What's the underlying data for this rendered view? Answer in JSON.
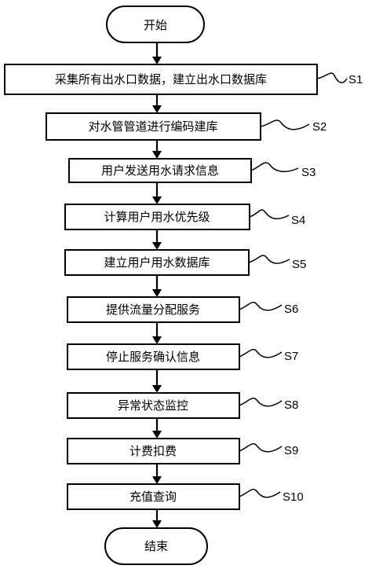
{
  "start": {
    "label": "开始"
  },
  "steps": [
    {
      "id": "S1",
      "label": "采集所有出水口数据，建立出水口数据库"
    },
    {
      "id": "S2",
      "label": "对水管管道进行编码建库"
    },
    {
      "id": "S3",
      "label": "用户发送用水请求信息"
    },
    {
      "id": "S4",
      "label": "计算用户用水优先级"
    },
    {
      "id": "S5",
      "label": "建立用户用水数据库"
    },
    {
      "id": "S6",
      "label": "提供流量分配服务"
    },
    {
      "id": "S7",
      "label": "停止服务确认信息"
    },
    {
      "id": "S8",
      "label": "异常状态监控"
    },
    {
      "id": "S9",
      "label": "计费扣费"
    },
    {
      "id": "S10",
      "label": "充值查询"
    }
  ],
  "end": {
    "label": "结束"
  }
}
